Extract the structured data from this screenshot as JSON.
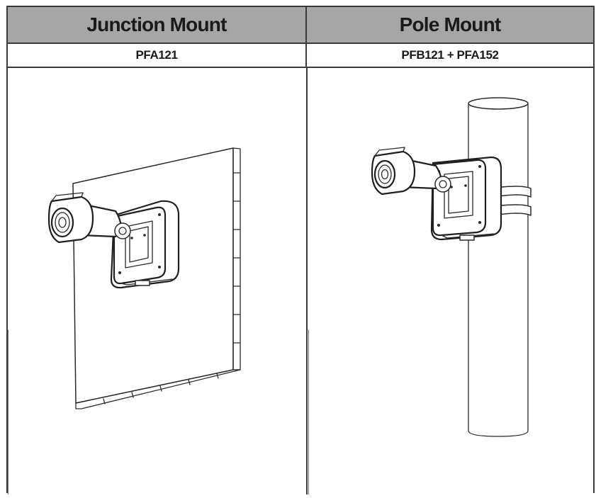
{
  "table": {
    "columns": [
      {
        "header": "Junction Mount",
        "model": "PFA121"
      },
      {
        "header": "Pole Mount",
        "model": "PFB121 + PFA152"
      }
    ]
  },
  "icons": {
    "left_illustration": "wall-junction-mount-camera-icon",
    "right_illustration": "pole-mount-camera-icon"
  },
  "colors": {
    "header_bg": "#a6a6a6",
    "border": "#3a3a3a",
    "text": "#1a1a1a"
  }
}
